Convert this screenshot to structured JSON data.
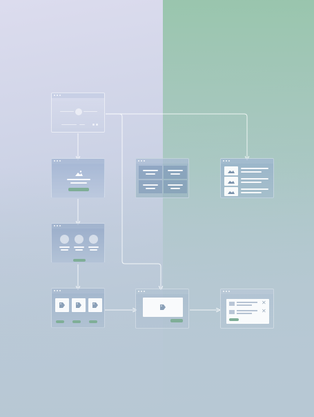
{
  "diagram": {
    "title": "",
    "nodes": [
      {
        "id": "slider-page",
        "kind": "hero-slider"
      },
      {
        "id": "hero-page",
        "kind": "hero-with-cta"
      },
      {
        "id": "grid-page",
        "kind": "card-grid"
      },
      {
        "id": "list-page",
        "kind": "media-list"
      },
      {
        "id": "features-page",
        "kind": "feature-columns"
      },
      {
        "id": "products-page",
        "kind": "product-cards"
      },
      {
        "id": "product-detail-page",
        "kind": "product-detail"
      },
      {
        "id": "cart-page",
        "kind": "cart"
      }
    ],
    "edges": [
      {
        "from": "slider-page",
        "to": "hero-page"
      },
      {
        "from": "slider-page",
        "to": "list-page"
      },
      {
        "from": "slider-page",
        "to": "product-detail-page"
      },
      {
        "from": "hero-page",
        "to": "features-page"
      },
      {
        "from": "features-page",
        "to": "products-page"
      },
      {
        "from": "products-page",
        "to": "product-detail-page"
      },
      {
        "from": "product-detail-page",
        "to": "cart-page"
      }
    ]
  },
  "colors": {
    "background_left": "#dcdcee",
    "background_right": "#96c4aa",
    "accent_button": "#7fae97",
    "wireframe": "#ffffff"
  },
  "icons": {
    "image_placeholder": "image-icon",
    "tag": "tag-icon",
    "remove": "close-icon"
  }
}
